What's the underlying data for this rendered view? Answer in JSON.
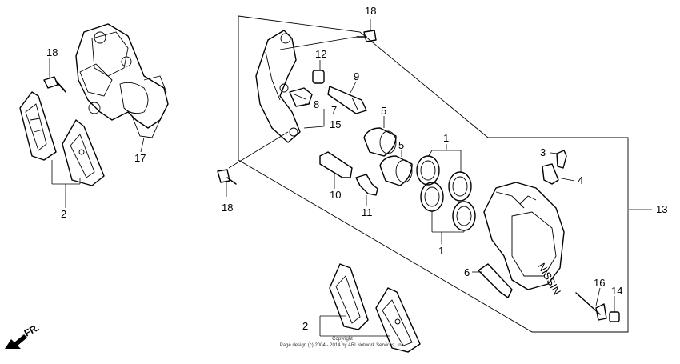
{
  "callouts": {
    "c1_top": "1",
    "c1_bottom": "1",
    "c2_left": "2",
    "c2_bottom": "2",
    "c3": "3",
    "c4": "4",
    "c5_a": "5",
    "c5_b": "5",
    "c6": "6",
    "c7": "7",
    "c8": "8",
    "c9": "9",
    "c10": "10",
    "c11": "11",
    "c12": "12",
    "c13": "13",
    "c14": "14",
    "c15": "15",
    "c16": "16",
    "c17": "17",
    "c18_topleft": "18",
    "c18_top": "18",
    "c18_left": "18"
  },
  "direction_label": "FR.",
  "caliper_brand": "NISSIN",
  "copyright_line1": "Copyright",
  "copyright_line2": "Page design (c) 2004 - 2014 by ARI Network Services, Inc."
}
